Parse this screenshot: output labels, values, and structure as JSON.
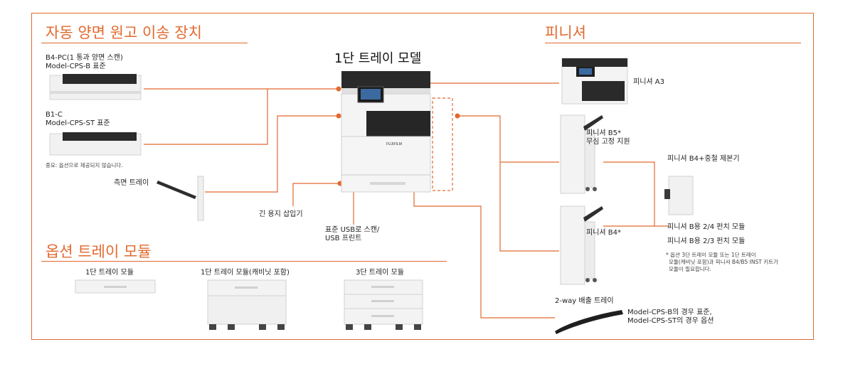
{
  "sections": {
    "adf_title": "자동 양면 원고 이송 장치",
    "finisher_title": "피니셔",
    "tray_title": "옵션 트레이 모듈"
  },
  "main_model_title": "1단 트레이 모델",
  "brand_logo": "FUJIFILM",
  "adf": {
    "b4pc_line1": "B4-PC(1 통과 양면 스캔)",
    "b4pc_line2": "Model-CPS-B 표준",
    "b1c_line1": "B1-C",
    "b1c_line2": "Model-CPS-ST 표준",
    "note": "중요: 옵션으로 제공되지 않습니다."
  },
  "labels": {
    "side_tray": "측면 트레이",
    "long_paper": "긴 용지 삽입기",
    "usb_line1": "표준 USB로 스캔/",
    "usb_line2": "USB 프린트"
  },
  "finisher": {
    "a3": "피니셔 A3",
    "b5_line1": "피니셔 B5*",
    "b5_line2": "무심 고정 지원",
    "b4_booklet": "피니셔 B4+중철 제본기",
    "b4": "피니셔 B4*",
    "punch_24": "피니셔 B용 2/4 펀치 모듈",
    "punch_23": "피니셔 B용 2/3 펀치 모듈",
    "footnote_line1": "* 옵션 3단 트레이 모듈 또는 1단 트레이",
    "footnote_line2": "모듈(캐비닛 포함)과 피니셔 B4/B5 INST 키트가",
    "footnote_line3": "모듈이 필요합니다.",
    "twoway": "2-way 배출 트레이",
    "twoway_note1": "Model-CPS-B의 경우 표준,",
    "twoway_note2": "Model-CPS-ST의 경우 옵션"
  },
  "trays": {
    "one_tray": "1단 트레이 모듈",
    "one_tray_cabinet": "1단 트레이 모듈(캐비닛 포함)",
    "three_tray": "3단 트레이 모듈"
  },
  "colors": {
    "accent": "#e2692e",
    "body_white": "#f2f2f2",
    "dark": "#2a2a2a"
  }
}
